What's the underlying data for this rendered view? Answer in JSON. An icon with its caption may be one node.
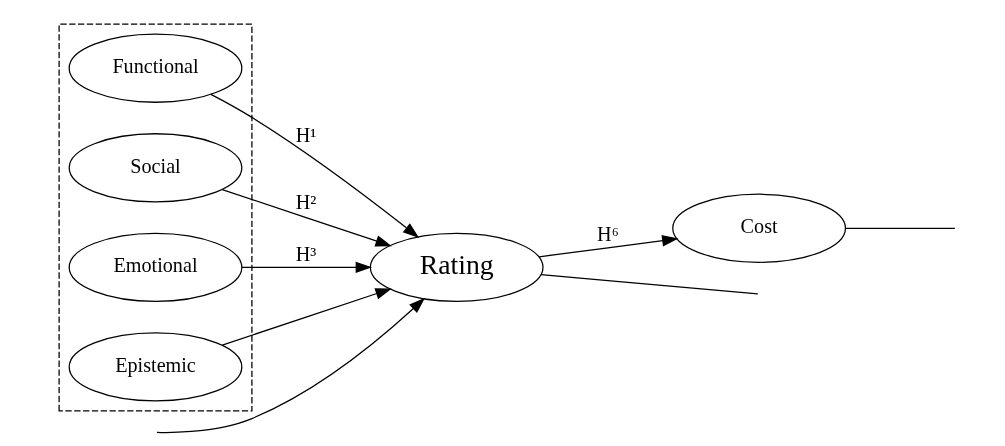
{
  "diagram": {
    "nodes": [
      {
        "text": [],
        "shape": "box"
      },
      {
        "text": [
          "Functional"
        ],
        "in": 0
      },
      {
        "text": [
          "Social"
        ],
        "in": 0
      },
      {
        "text": [
          "Emotional"
        ],
        "in": 0
      },
      {
        "text": [
          "Epistemic"
        ],
        "in": 0
      },
      {
        "text": [
          "Rating"
        ]
      },
      {
        "text": [
          "Cost"
        ]
      }
    ],
    "edges": [
      {
        "from": 1,
        "to": 5,
        "arrow": "to",
        "label": "H¹"
      },
      {
        "from": 2,
        "to": 5,
        "arrow": "to",
        "label": "H²"
      },
      {
        "from": 3,
        "to": 5,
        "arrow": "to",
        "label": "H³"
      },
      {
        "from": 4,
        "to": 5,
        "arrow": "to"
      },
      {
        "from": null,
        "to": 5,
        "arrow": "to"
      },
      {
        "from": 5,
        "to": 6,
        "arrow": "to",
        "label": "H⁶"
      },
      {
        "from": 5,
        "to": null,
        "arrow": "none"
      },
      {
        "from": 6,
        "to": null,
        "arrow": "none"
      }
    ]
  }
}
